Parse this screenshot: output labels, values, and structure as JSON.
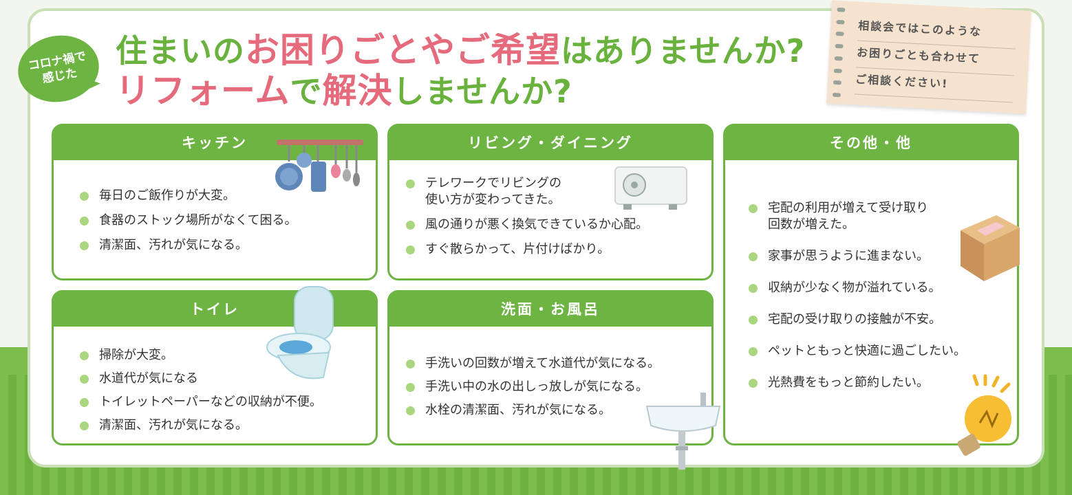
{
  "badge": {
    "line1": "コロナ禍で",
    "line2": "感じた"
  },
  "title": {
    "l1_a": "住まいの",
    "l1_b": "お困りごとやご希望",
    "l1_c": "はありませんか?",
    "l2_a": "リフォーム",
    "l2_b": "で",
    "l2_c": "解決",
    "l2_d": "しませんか?"
  },
  "memo": {
    "line1": "相談会ではこのような",
    "line2": "お困りごとも合わせて",
    "line3": "ご相談ください!"
  },
  "cards": {
    "kitchen": {
      "title": "キッチン",
      "items": [
        "毎日のご飯作りが大変。",
        "食器のストック場所がなくて困る。",
        "清潔面、汚れが気になる。"
      ]
    },
    "living": {
      "title": "リビング・ダイニング",
      "items": [
        "テレワークでリビングの\n使い方が変わってきた。",
        "風の通りが悪く換気できているか心配。",
        "すぐ散らかって、片付けばかり。"
      ]
    },
    "other": {
      "title": "その他・他",
      "items": [
        "宅配の利用が増えて受け取り\n回数が増えた。",
        "家事が思うように進まない。",
        "収納が少なく物が溢れている。",
        "宅配の受け取りの接触が不安。",
        "ペットともっと快適に過ごしたい。",
        "光熱費をもっと節約したい。"
      ]
    },
    "toilet": {
      "title": "トイレ",
      "items": [
        "掃除が大変。",
        "水道代が気になる",
        "トイレットペーパーなどの収納が不便。",
        "清潔面、汚れが気になる。"
      ]
    },
    "bath": {
      "title": "洗面・お風呂",
      "items": [
        "手洗いの回数が増えて水道代が気になる。",
        "手洗い中の水の出しっ放しが気になる。",
        "水栓の清潔面、汚れが気になる。"
      ]
    }
  },
  "colors": {
    "green": "#6db442",
    "pink": "#e56a7c",
    "bullet": "#a9d67f",
    "memo": "#f5e3cf"
  },
  "icons": [
    "kitchen-utensils-icon",
    "air-conditioner-icon",
    "toilet-icon",
    "sink-icon",
    "cardboard-box-icon",
    "light-bulb-icon"
  ]
}
